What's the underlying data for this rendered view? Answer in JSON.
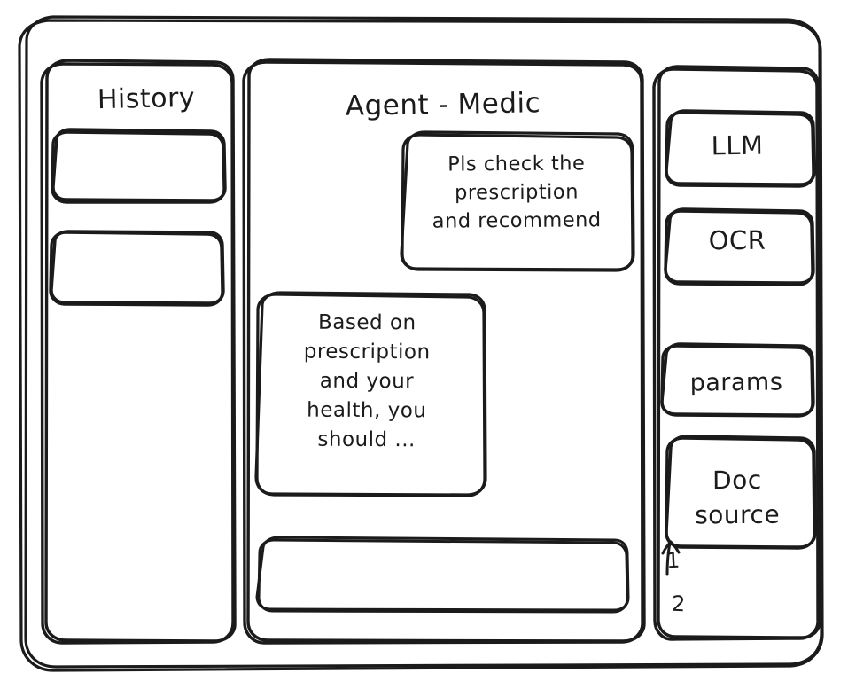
{
  "app": {
    "frame_label": "app-window",
    "stroke_color": "#1b1b1b",
    "background_color": "#ffffff",
    "style": "hand-drawn-wireframe"
  },
  "sidebar_left": {
    "title": "History",
    "items": [
      {
        "label": "",
        "name": "history-item-1"
      },
      {
        "label": "",
        "name": "history-item-2"
      }
    ]
  },
  "main": {
    "title": "Agent - Medic",
    "messages": [
      {
        "role": "user",
        "align": "right",
        "text": "Pls check the\nprescription\nand recommend"
      },
      {
        "role": "agent",
        "align": "left",
        "text": "Based on\nprescription\nand your\nhealth, you\nshould ..."
      }
    ],
    "composer": {
      "value": "",
      "placeholder": ""
    }
  },
  "sidebar_right": {
    "tools": [
      {
        "label": "LLM",
        "name": "tool-llm"
      },
      {
        "label": "OCR",
        "name": "tool-ocr"
      },
      {
        "label": "params",
        "name": "tool-params"
      },
      {
        "label": "Doc\nsource",
        "name": "tool-doc-source"
      }
    ],
    "doc_list": [
      {
        "label": "1"
      },
      {
        "label": "2"
      }
    ]
  }
}
